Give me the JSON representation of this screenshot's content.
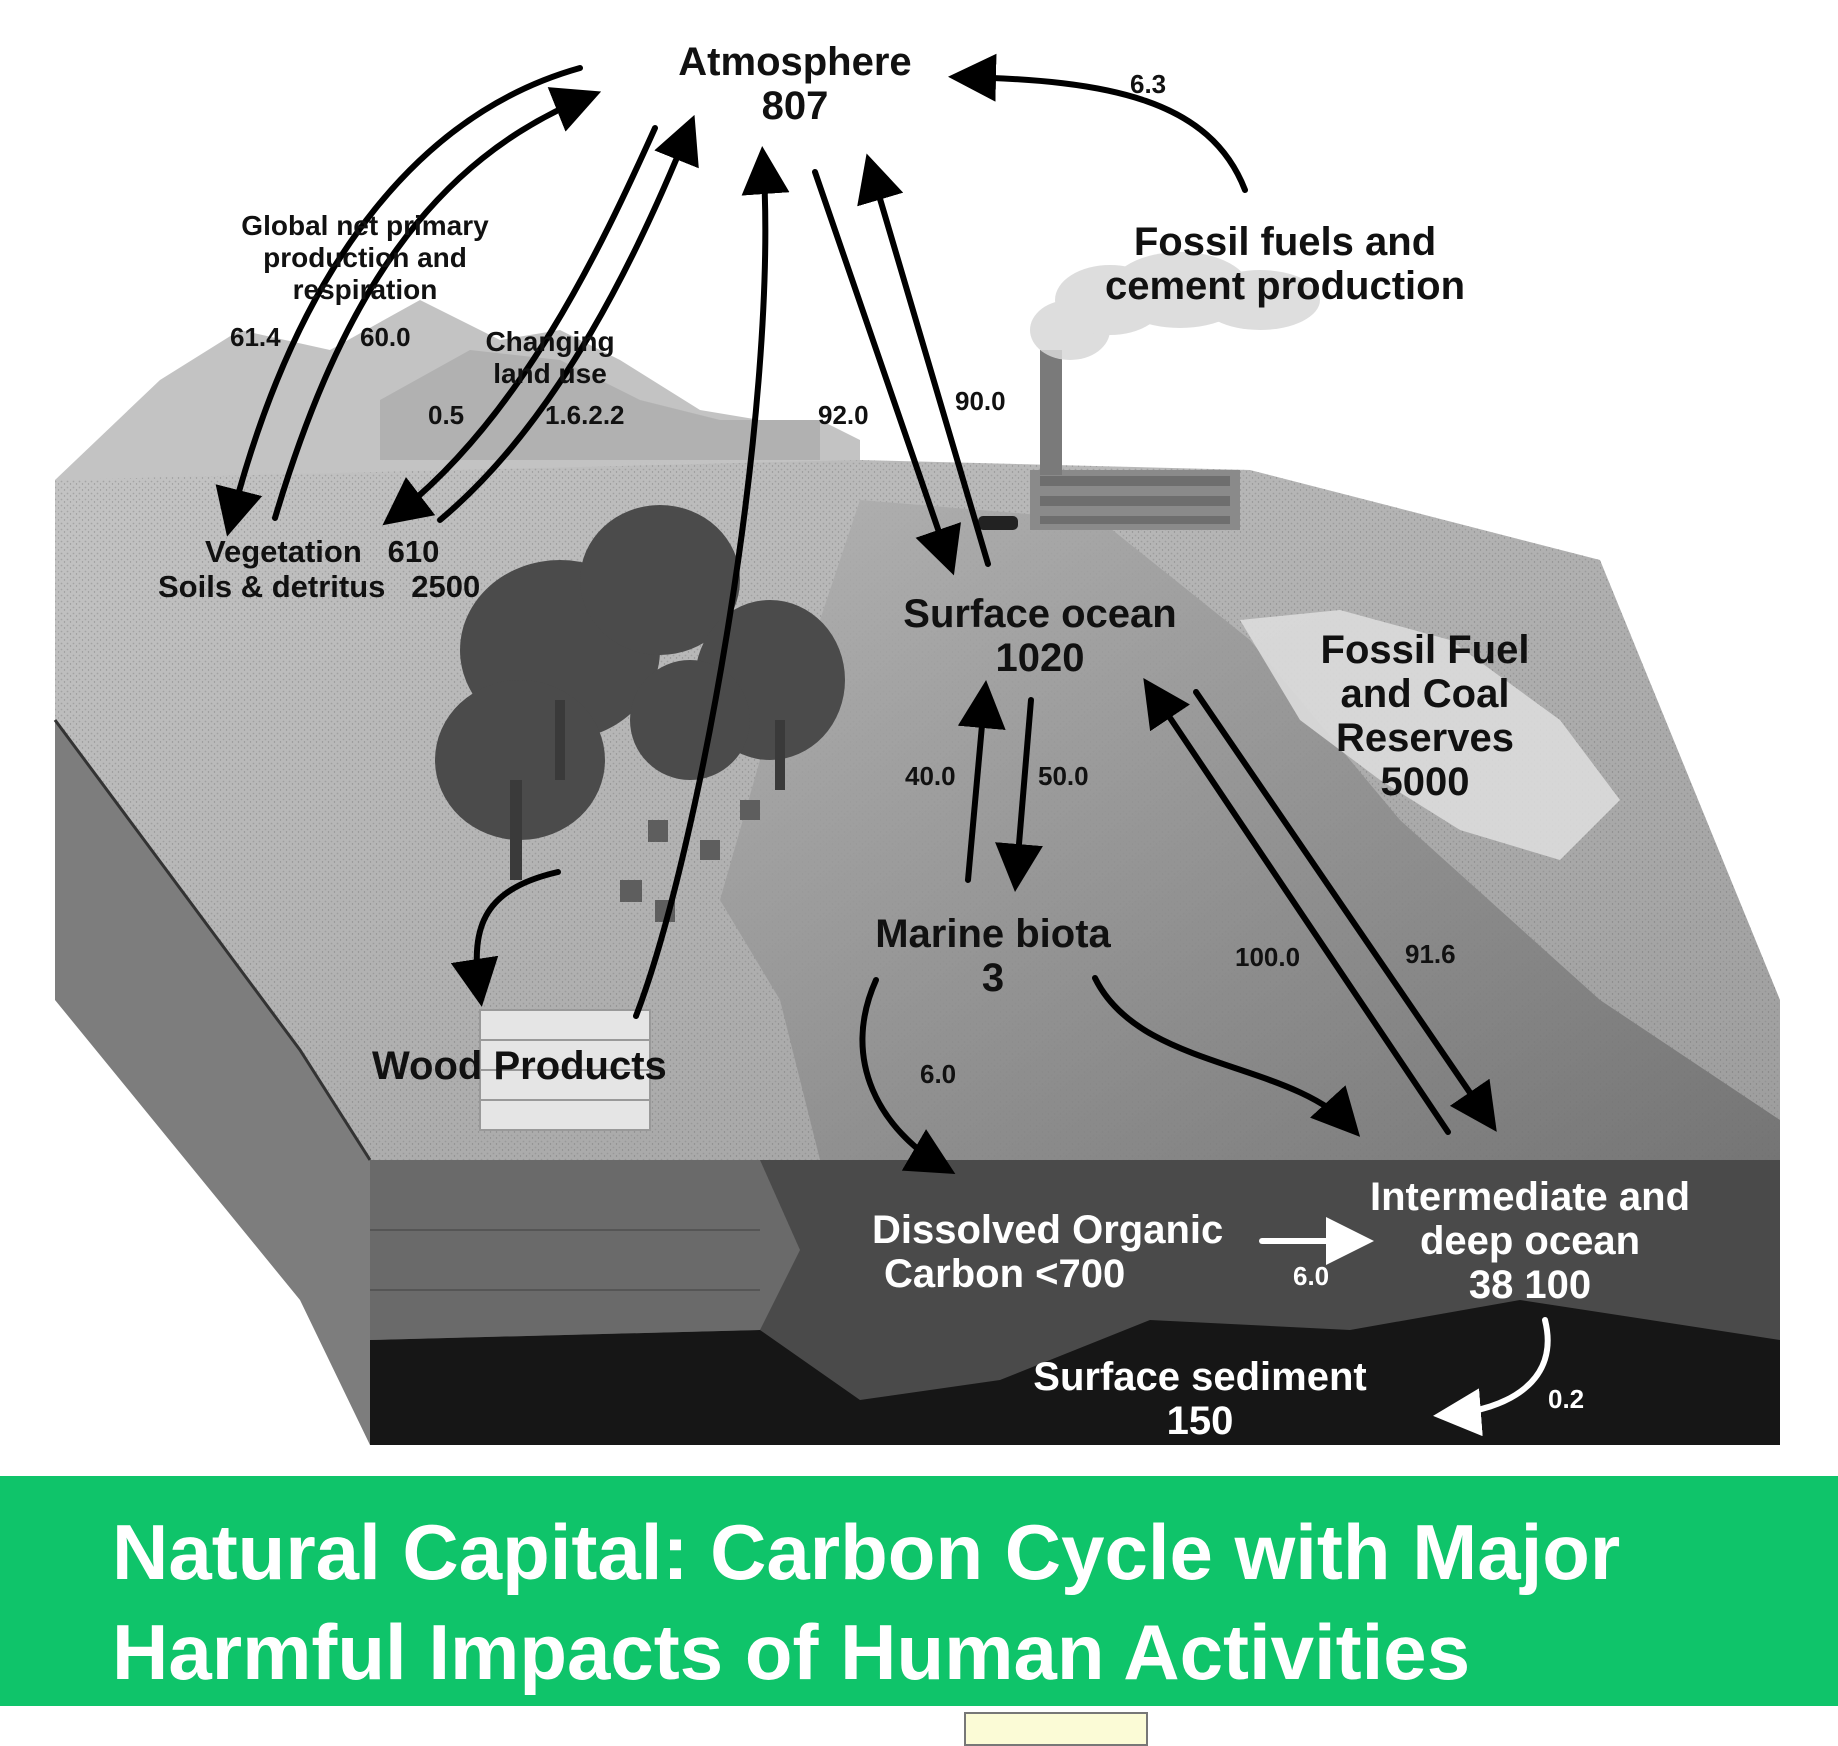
{
  "diagram": {
    "atmosphere": {
      "label": "Atmosphere",
      "value": "807"
    },
    "fossil_fuels_cement": {
      "line1": "Fossil fuels and",
      "line2": "cement production"
    },
    "npp": {
      "line1": "Global net primary",
      "line2": "production and",
      "line3": "respiration"
    },
    "land_use": {
      "line1": "Changing",
      "line2": "land use"
    },
    "vegetation": {
      "label": "Vegetation",
      "value": "610"
    },
    "soils": {
      "label": "Soils & detritus",
      "value": "2500"
    },
    "surface_ocean": {
      "label": "Surface ocean",
      "value": "1020"
    },
    "fossil_reserves": {
      "line1": "Fossil Fuel",
      "line2": "and Coal",
      "line3": "Reserves",
      "value": "5000"
    },
    "marine_biota": {
      "label": "Marine biota",
      "value": "3"
    },
    "wood_products": {
      "label": "Wood Products"
    },
    "doc": {
      "line1": "Dissolved Organic",
      "line2": "Carbon  <700"
    },
    "deep_ocean": {
      "line1": "Intermediate and",
      "line2": "deep ocean",
      "value": "38 100"
    },
    "sediment": {
      "label": "Surface sediment",
      "value": "150"
    },
    "fluxes": {
      "fossil_to_atm": "6.3",
      "npp_down": "61.4",
      "npp_up": "60.0",
      "land_use_down": "0.5",
      "land_use_up": "1.6.2.2",
      "atm_to_ocean": "92.0",
      "ocean_to_atm": "90.0",
      "biota_up": "40.0",
      "ocean_to_biota": "50.0",
      "deep_to_surface": "100.0",
      "surface_to_deep": "91.6",
      "biota_to_doc": "6.0",
      "doc_to_deep": "6.0",
      "deep_to_sediment": "0.2"
    }
  },
  "banner": {
    "title": "Natural Capital: Carbon Cycle with Major Harmful Impacts of Human Activities",
    "color": "#0fc46a"
  }
}
